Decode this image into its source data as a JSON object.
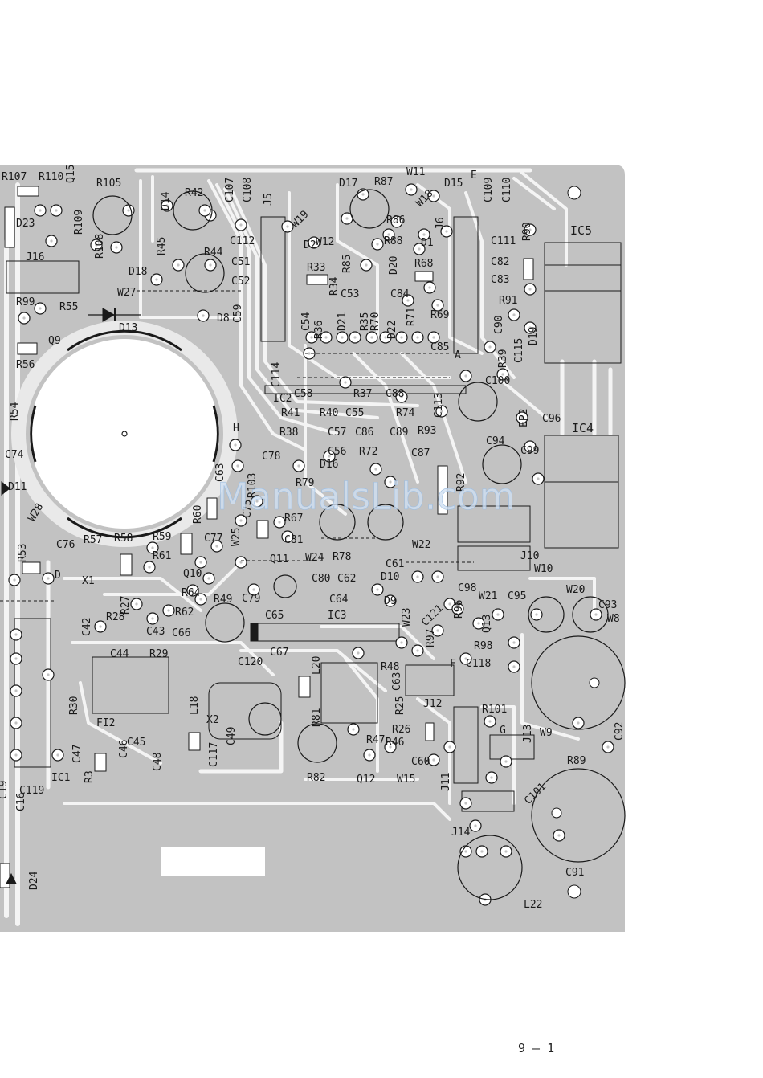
{
  "board": {
    "colors": {
      "board": "#c2c2c2",
      "trace": "#f4f4f4",
      "pad": "#ffffff",
      "ink": "#1a1a1a"
    },
    "watermark": "ManualsLib.com",
    "page_number": "9 — 1"
  },
  "labels": [
    "R107",
    "R110",
    "Q15",
    "R105",
    "D14",
    "R42",
    "C107",
    "C108",
    "J5",
    "D17",
    "R87",
    "W11",
    "D15",
    "E",
    "C109",
    "C110",
    "D23",
    "R109",
    "R108",
    "R45",
    "R44",
    "C112",
    "C51",
    "C52",
    "W19",
    "D2",
    "W12",
    "R86",
    "W18",
    "J6",
    "R88",
    "D1",
    "C111",
    "R90",
    "IC5",
    "J16",
    "D18",
    "W27",
    "R33",
    "R85",
    "C53",
    "R34",
    "D20",
    "R68",
    "C84",
    "C82",
    "C83",
    "R99",
    "R55",
    "D13",
    "D8",
    "C59",
    "R71",
    "R69",
    "R91",
    "Q9",
    "R56",
    "C54",
    "R36",
    "D21",
    "R35",
    "R70",
    "D22",
    "C85",
    "C90",
    "C115",
    "D19",
    "A",
    "R39",
    "C114",
    "C100",
    "R54",
    "IC2",
    "C58",
    "R37",
    "C88",
    "C113",
    "EP2",
    "C96",
    "IC4",
    "R41",
    "R40",
    "C55",
    "R74",
    "R93",
    "C94",
    "C99",
    "H",
    "R38",
    "C57",
    "C86",
    "C89",
    "C74",
    "C56",
    "R72",
    "C87",
    "C78",
    "D16",
    "C63",
    "R103",
    "R79",
    "R92",
    "D11",
    "C75",
    "R67",
    "C81",
    "W28",
    "R60",
    "C77",
    "W25",
    "R53",
    "C76",
    "R57",
    "R58",
    "R59",
    "R61",
    "Q11",
    "W24",
    "R78",
    "C61",
    "W22",
    "J10",
    "W10",
    "D",
    "X1",
    "C79",
    "C80",
    "C62",
    "D10",
    "R64",
    "Q10",
    "R49",
    "C64",
    "D9",
    "C98",
    "W21",
    "C95",
    "W20",
    "C93",
    "W8",
    "C65",
    "IC3",
    "W23",
    "C121",
    "R96",
    "Q13",
    "R27",
    "R28",
    "C42",
    "C43",
    "C66",
    "R62",
    "C67",
    "R97",
    "R98",
    "C44",
    "R29",
    "C120",
    "R48",
    "C118",
    "F",
    "L20",
    "C63",
    "C92",
    "R30",
    "L18",
    "R81",
    "J12",
    "R101",
    "FI2",
    "X2",
    "C49",
    "R25",
    "R26",
    "G",
    "W9",
    "C45",
    "C46",
    "R47",
    "R46",
    "C117",
    "J13",
    "R89",
    "C47",
    "C48",
    "R3",
    "IC1",
    "C60",
    "R82",
    "Q12",
    "W15",
    "J11",
    "C19",
    "C119",
    "C16",
    "C101",
    "J14",
    "C91",
    "D24",
    "L22"
  ]
}
